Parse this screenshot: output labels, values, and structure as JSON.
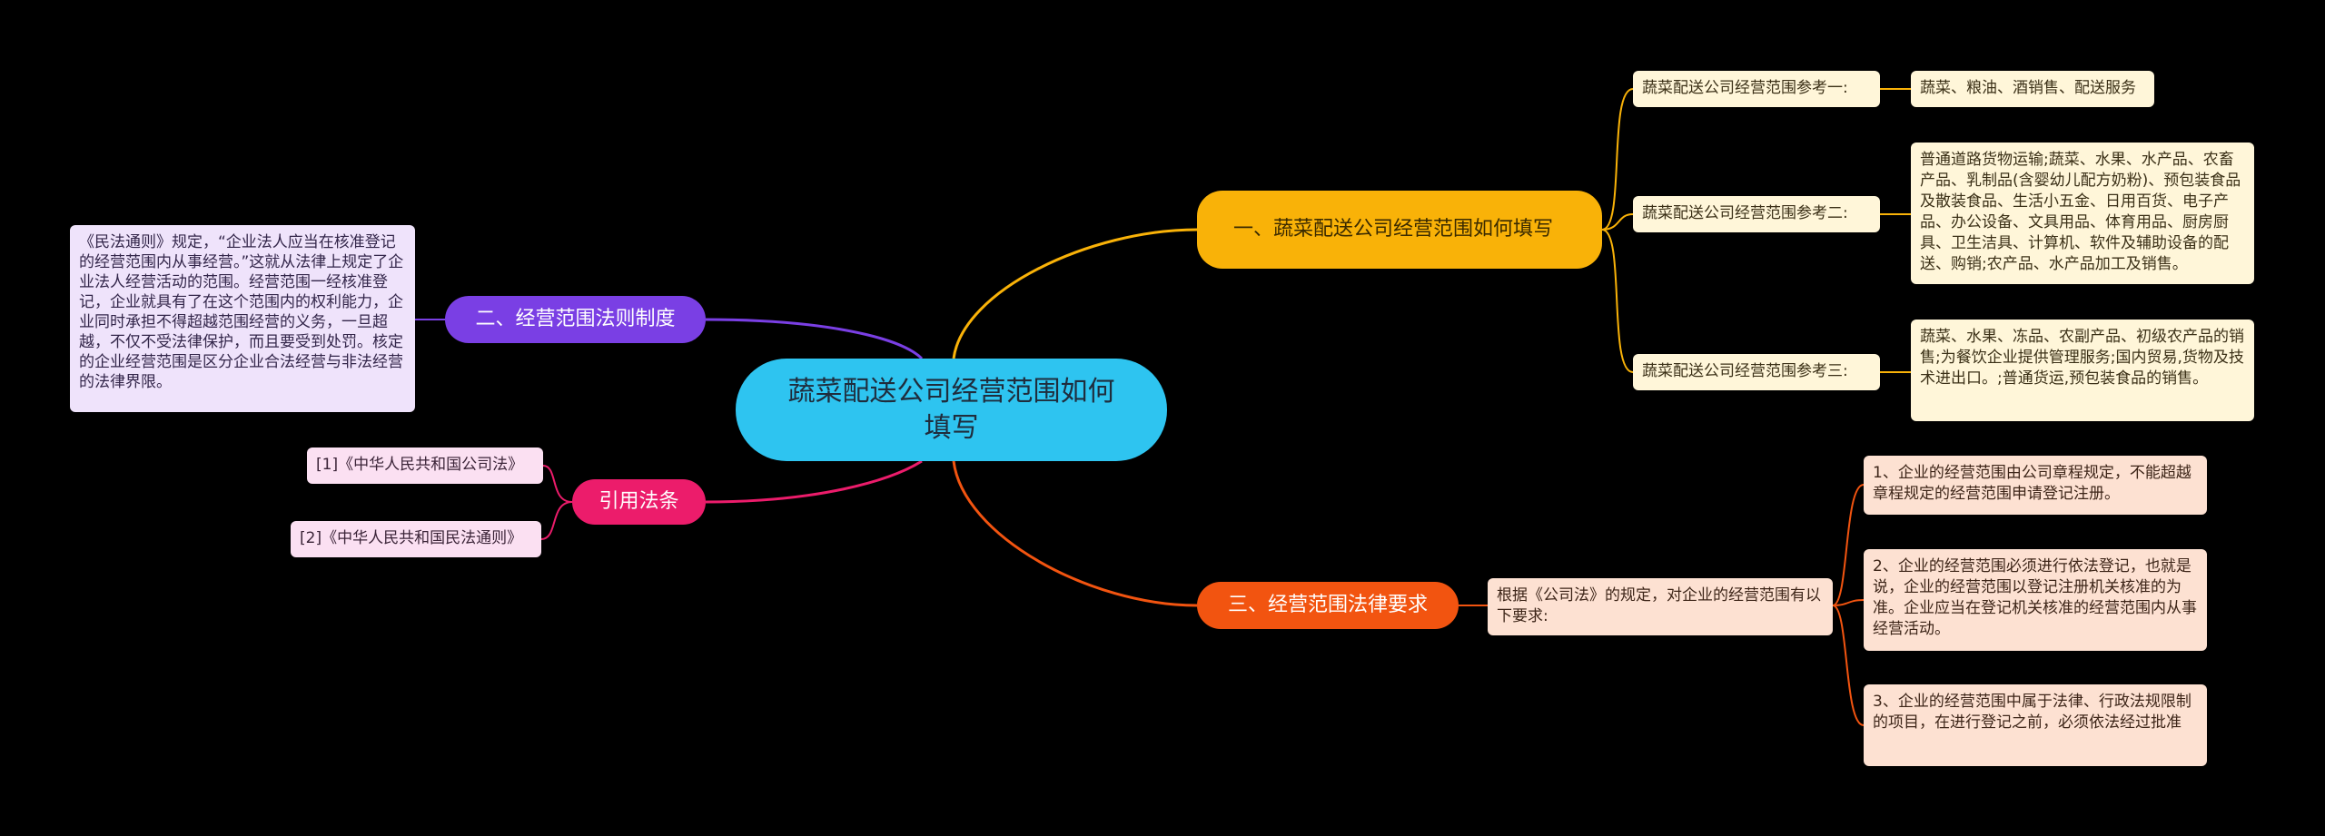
{
  "root": {
    "label": "蔬菜配送公司经营范围如何填写"
  },
  "branch1": {
    "label": "一、蔬菜配送公司经营范围如何填写",
    "refs": [
      {
        "label": "蔬菜配送公司经营范围参考一:",
        "value": "蔬菜、粮油、酒销售、配送服务"
      },
      {
        "label": "蔬菜配送公司经营范围参考二:",
        "value": "普通道路货物运输;蔬菜、水果、水产品、农畜产品、乳制品(含婴幼儿配方奶粉)、预包装食品及散装食品、生活小五金、日用百货、电子产品、办公设备、文具用品、体育用品、厨房厨具、卫生洁具、计算机、软件及辅助设备的配送、购销;农产品、水产品加工及销售。"
      },
      {
        "label": "蔬菜配送公司经营范围参考三:",
        "value": "蔬菜、水果、冻品、农副产品、初级农产品的销售;为餐饮企业提供管理服务;国内贸易,货物及技术进出口。;普通货运,预包装食品的销售。"
      }
    ]
  },
  "branch2": {
    "label": "二、经营范围法则制度",
    "text": "《民法通则》规定，“企业法人应当在核准登记的经营范围内从事经营。”这就从法律上规定了企业法人经营活动的范围。经营范围一经核准登记，企业就具有了在这个范围内的权利能力，企业同时承担不得超越范围经营的义务，一旦超越，不仅不受法律保护，而且要受到处罚。核定的企业经营范围是区分企业合法经营与非法经营的法律界限。"
  },
  "branch3": {
    "label": "引用法条",
    "items": [
      "[1]《中华人民共和国公司法》",
      "[2]《中华人民共和国民法通则》"
    ]
  },
  "branch4": {
    "label": "三、经营范围法律要求",
    "intro": "根据《公司法》的规定，对企业的经营范围有以下要求:",
    "items": [
      "1、企业的经营范围由公司章程规定，不能超越章程规定的经营范围申请登记注册。",
      "2、企业的经营范围必须进行依法登记，也就是说，企业的经营范围以登记注册机关核准的为准。企业应当在登记机关核准的经营范围内从事经营活动。",
      "3、企业的经营范围中属于法律、行政法规限制的项目，在进行登记之前，必须依法经过批准"
    ]
  },
  "colors": {
    "background": "#000000",
    "root": "#2ec4f0",
    "branch1": "#f9b208",
    "branch2": "#7a3fe4",
    "branch3": "#ec1c6b",
    "branch4": "#f25410"
  }
}
